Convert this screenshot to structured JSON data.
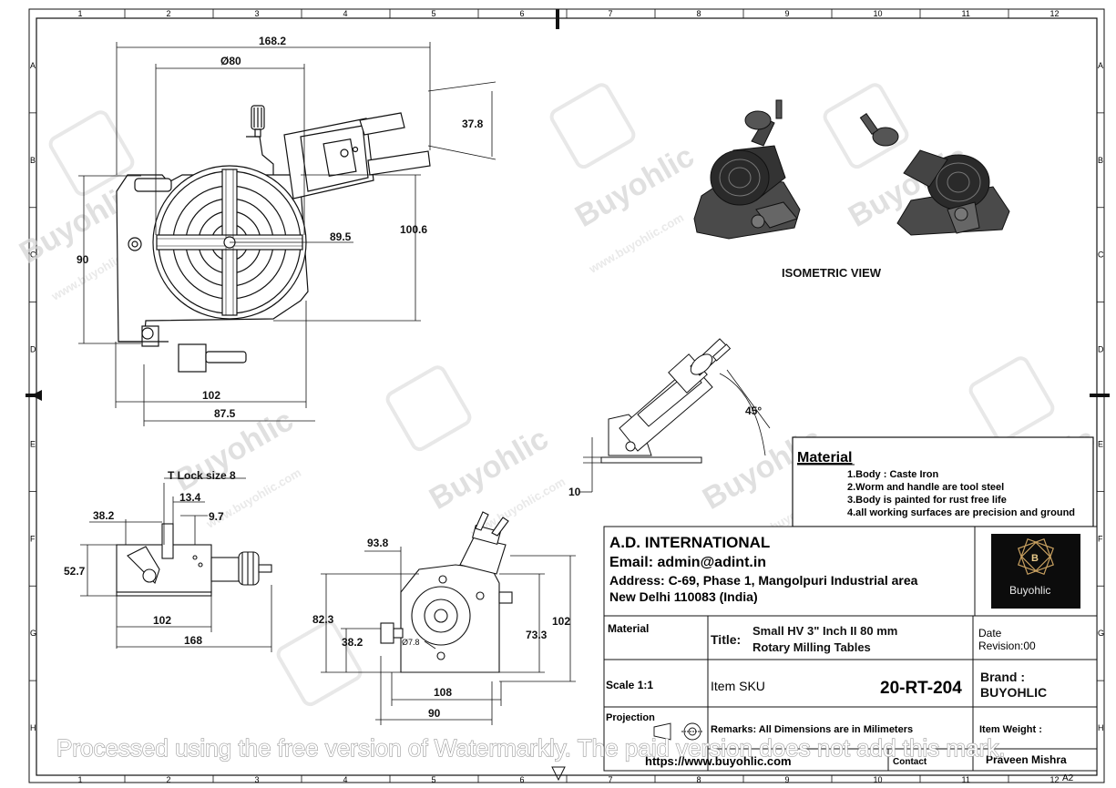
{
  "border": {
    "columns": [
      "1",
      "2",
      "3",
      "4",
      "5",
      "6",
      "7",
      "8",
      "9",
      "10",
      "11",
      "12"
    ],
    "rows": [
      "A",
      "B",
      "C",
      "D",
      "E",
      "F",
      "G",
      "H"
    ]
  },
  "watermark": {
    "brand": "Buyohlic",
    "url": "www.buyohlic.com",
    "footer_text": "Processed using the free version of Watermarkly. The paid version does not add this mark."
  },
  "views": {
    "front": {
      "d_168_2": "168.2",
      "d_phi80": "Ø80",
      "d_37_8": "37.8",
      "d_90": "90",
      "d_89_5": "89.5",
      "d_100_6": "100.6",
      "d_102": "102",
      "d_87_5": "87.5"
    },
    "side": {
      "t_lock": "T Lock size  8",
      "d_13_4": "13.4",
      "d_38_2": "38.2",
      "d_9_7": "9.7",
      "d_52_7": "52.7",
      "d_102": "102",
      "d_168": "168"
    },
    "end": {
      "d_93_8": "93.8",
      "d_82_3": "82.3",
      "d_38_2": "38.2",
      "d_phi7_8": "Ø7.8",
      "d_73_3": "73.3",
      "d_102": "102",
      "d_108": "108",
      "d_90": "90"
    },
    "tilt": {
      "d_45": "45°",
      "d_10": "10"
    },
    "isometric_label": "ISOMETRIC VIEW"
  },
  "material_box": {
    "heading": "Material",
    "items": [
      "1.Body : Caste Iron",
      "2.Worm and handle are tool steel",
      "3.Body is painted for rust free life",
      "4.all working surfaces are precision and ground"
    ]
  },
  "title_block": {
    "company": "A.D. INTERNATIONAL",
    "email": "Email: admin@adint.in",
    "address_line1": "Address: C-69, Phase 1, Mangolpuri Industrial area",
    "address_line2": "New Delhi 110083 (India)",
    "logo_text": "Buyohlic",
    "logo_letter": "B",
    "material_label": "Material",
    "title_label": "Title:",
    "title_line1": "Small HV 3\" Inch II 80 mm",
    "title_line2": "Rotary Milling Tables",
    "date_label": "Date",
    "revision": "Revision:00",
    "scale": "Scale 1:1",
    "sku_label": "Item SKU",
    "sku_value": "20-RT-204",
    "brand_label": "Brand :",
    "brand_value": "BUYOHLIC",
    "projection_label": "Projection",
    "remarks": "Remarks: All Dimensions are in Milimeters",
    "weight_label": "Item Weight :",
    "website": "https://www.buyohlic.com",
    "contact_label": "Contact",
    "contact_name": "Praveen Mishra",
    "sheet_size": "A2"
  }
}
